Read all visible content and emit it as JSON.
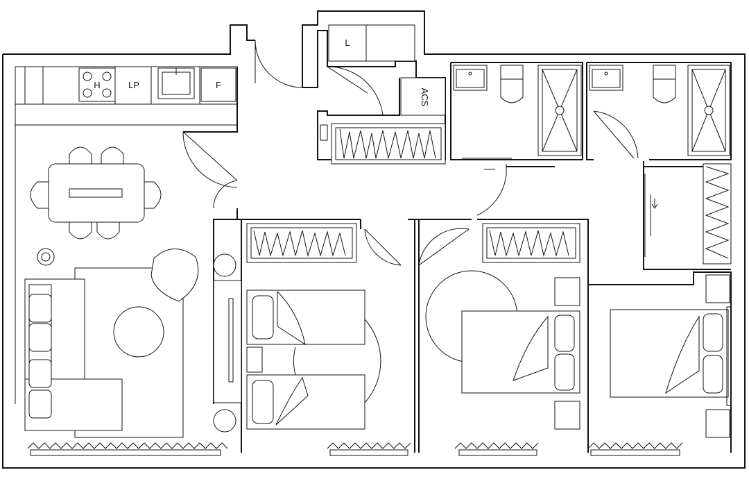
{
  "labels": {
    "hob": "H",
    "dishwasher": "LP",
    "fridge": "F",
    "laundry": "L",
    "water_heater": "ACS"
  },
  "colors": {
    "line": "#111111",
    "background": "#ffffff"
  }
}
